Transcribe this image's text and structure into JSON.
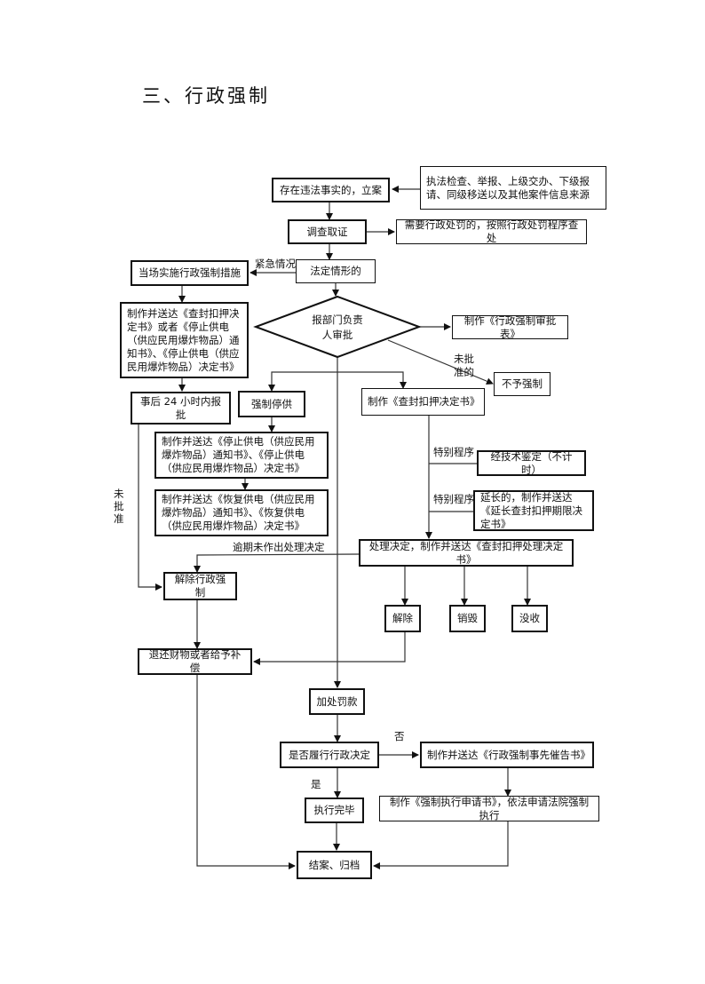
{
  "title": "三、行政强制",
  "nodes": {
    "sources": "执法检查、举报、上级交办、下级报请、同级移送以及其他案件信息来源",
    "register": "存在违法事实的，立案",
    "investigate": "调查取证",
    "penalty_route": "需要行政处罚的，按照行政处罚程序查处",
    "legal_case": "法定情形的",
    "onsite": "当场实施行政强制措施",
    "onsite_docs": "制作并送达《查封扣押决定书》或者《停止供电（供应民用爆炸物品）通知书》、《停止供电（供应民用爆炸物品）决定书》",
    "report_24h": "事后 24 小时内报批",
    "approval": "报部门负责人审批",
    "approval_form": "制作《行政强制审批表》",
    "no_enforce": "不予强制",
    "force_stop": "强制停供",
    "stop_docs": "制作并送达《停止供电（供应民用爆炸物品）通知书》、《停止供电（供应民用爆炸物品）决定书》",
    "resume_docs": "制作并送达《恢复供电（供应民用爆炸物品）通知书》、《恢复供电（供应民用爆炸物品）决定书》",
    "seizure_decision": "制作《查封扣押决定书》",
    "tech_appraisal": "经技术鉴定（不计时）",
    "extension": "延长的，制作并送达《延长查封扣押期限决定书》",
    "handling_decision": "处理决定，制作并送达《查封扣押处理决定书》",
    "release_enforcement": "解除行政强制",
    "release": "解除",
    "destroy": "销毁",
    "confiscate": "没收",
    "return_property": "退还财物或者给予补偿",
    "extra_fine": "加处罚款",
    "fulfilled_q": "是否履行行政决定",
    "notice": "制作并送达《行政强制事先催告书》",
    "done": "执行完毕",
    "court_apply": "制作《强制执行申请书》，依法申请法院强制执行",
    "close": "结案、归档"
  },
  "labels": {
    "emergency": "紧急情况",
    "not_approved_diag": "未批准的",
    "not_approved_left": "未批准",
    "special_1": "特别程序",
    "special_2": "特别程序",
    "overdue": "逾期未作出处理决定",
    "no": "否",
    "yes": "是"
  }
}
